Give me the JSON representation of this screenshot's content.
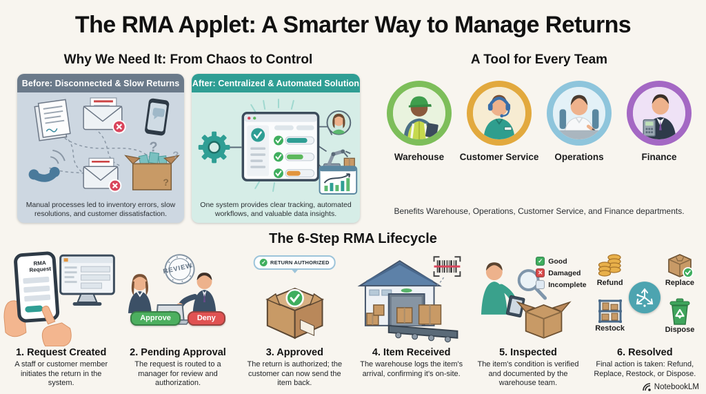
{
  "title": "The RMA Applet: A Smarter Way to Manage Returns",
  "why_section": {
    "heading": "Why We Need It: From Chaos to Control",
    "question_mark": "?",
    "before": {
      "header": "Before: Disconnected & Slow Returns",
      "caption": "Manual processes led to inventory errors, slow resolutions, and customer dissatisfaction.",
      "icons": [
        "documents-icon",
        "email-error-icon",
        "smartphone-chat-icon",
        "phone-handset-icon",
        "email-error-icon",
        "mystery-box-icon"
      ]
    },
    "after": {
      "header": "After: Centralized & Automated Solution",
      "caption": "One system provides clear tracking, automated workflows, and valuable data insights.",
      "icons": [
        "gear-icon",
        "dashboard-icon",
        "user-avatar-icon",
        "robot-arm-icon",
        "analytics-chart-icon"
      ]
    }
  },
  "team_section": {
    "heading": "A Tool for Every Team",
    "caption": "Benefits Warehouse, Operations, Customer Service, and Finance departments.",
    "teams": [
      {
        "label": "Warehouse",
        "ring_color": "#7dbe5a",
        "tint": "#e9f3de"
      },
      {
        "label": "Customer Service",
        "ring_color": "#e2a93e",
        "tint": "#f7ecd2"
      },
      {
        "label": "Operations",
        "ring_color": "#8ec5dc",
        "tint": "#e3f1f7"
      },
      {
        "label": "Finance",
        "ring_color": "#a468c4",
        "tint": "#efe2f6"
      }
    ]
  },
  "lifecycle_section": {
    "heading": "The 6-Step RMA Lifecycle",
    "steps": [
      {
        "title": "1. Request Created",
        "description": "A staff or customer member initiates the return in the system.",
        "screen_label": "RMA Request"
      },
      {
        "title": "2. Pending Approval",
        "description": "The request is routed to a manager for review and authorization.",
        "stamp_label": "REVIEW",
        "buttons": {
          "approve": "Approve",
          "deny": "Deny"
        }
      },
      {
        "title": "3. Approved",
        "description": "The return is authorized; the customer can now send the item back.",
        "banner_label": "RETURN AUTHORIZED"
      },
      {
        "title": "4. Item Received",
        "description": "The warehouse logs the item's arrival, confirming it's on-site."
      },
      {
        "title": "5. Inspected",
        "description": "The item's condition is verified and documented by the warehouse team.",
        "checklist": [
          {
            "label": "Good",
            "status_color": "#3fae5e"
          },
          {
            "label": "Damaged",
            "status_color": "#d84a4a"
          },
          {
            "label": "Incomplete",
            "status_color": "#dfe9f2"
          }
        ]
      },
      {
        "title": "6. Resolved",
        "description": "Final action is taken: Refund, Replace, Restock, or Dispose.",
        "outcomes": [
          {
            "label": "Refund",
            "icon": "coins-icon"
          },
          {
            "label": "Replace",
            "icon": "box-check-icon"
          },
          {
            "label": "Restock",
            "icon": "shelf-icon"
          },
          {
            "label": "Dispose",
            "icon": "recycle-bin-icon"
          }
        ]
      }
    ]
  },
  "watermark": {
    "label": "NotebookLM"
  },
  "colors": {
    "background": "#f8f5ef",
    "before_header": "#6b7a8a",
    "before_body": "#cdd7e1",
    "after_header": "#2f9e94",
    "after_body": "#d6ede7",
    "approve_green": "#4caf5f",
    "deny_red": "#e05252",
    "accent_teal": "#2f9e94",
    "hub_teal": "#4da4b0"
  }
}
